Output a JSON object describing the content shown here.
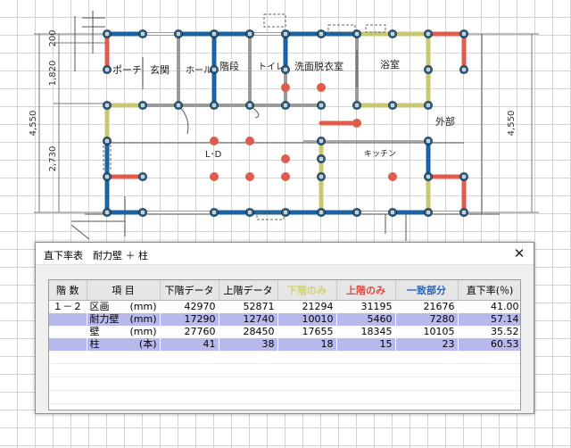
{
  "floor_plan": {
    "rooms": {
      "porch": "ポーチ",
      "entrance": "玄関",
      "hall": "ホール",
      "stairs": "階段",
      "toilet": "トイレ",
      "washroom": "洗面脱衣室",
      "bath": "浴室",
      "ld": "L･D",
      "kitchen": "キッチン",
      "outside": "外部"
    },
    "dimensions": {
      "left_total": "4,550",
      "right_total": "4,550",
      "left_top": "200",
      "left_middle": "1,820",
      "left_bottom": "2,730"
    },
    "colors": {
      "upper_only": "#e05b4b",
      "lower_only": "#c8c873",
      "match": "#1b64a3",
      "column": "#e05b4b"
    }
  },
  "dialog": {
    "title": "直下率表　耐力壁 ＋ 柱",
    "close_label": "✕",
    "columns": {
      "floor": "階 数",
      "item": "項 目",
      "lower_data": "下階データ",
      "upper_data": "上階データ",
      "lower_only": "下階のみ",
      "upper_only": "上階のみ",
      "match": "一致部分",
      "ratio": "直下率(％)"
    },
    "column_colors": {
      "lower_only": "#d2d26e",
      "upper_only": "#e5473a",
      "match": "#2b64b8"
    },
    "rows": [
      {
        "floor": "１－２",
        "item": "区画",
        "unit": "(mm)",
        "lower": "42970",
        "upper": "52871",
        "lower_only": "21294",
        "upper_only": "31195",
        "match": "21676",
        "ratio": "41.00"
      },
      {
        "floor": "",
        "item": "耐力壁",
        "unit": "(mm)",
        "lower": "17290",
        "upper": "12740",
        "lower_only": "10010",
        "upper_only": "5460",
        "match": "7280",
        "ratio": "57.14"
      },
      {
        "floor": "",
        "item": "壁",
        "unit": "(mm)",
        "lower": "27760",
        "upper": "28450",
        "lower_only": "17655",
        "upper_only": "18345",
        "match": "10105",
        "ratio": "35.52"
      },
      {
        "floor": "",
        "item": "柱",
        "unit": "(本)",
        "lower": "41",
        "upper": "38",
        "lower_only": "18",
        "upper_only": "15",
        "match": "23",
        "ratio": "60.53"
      }
    ]
  }
}
